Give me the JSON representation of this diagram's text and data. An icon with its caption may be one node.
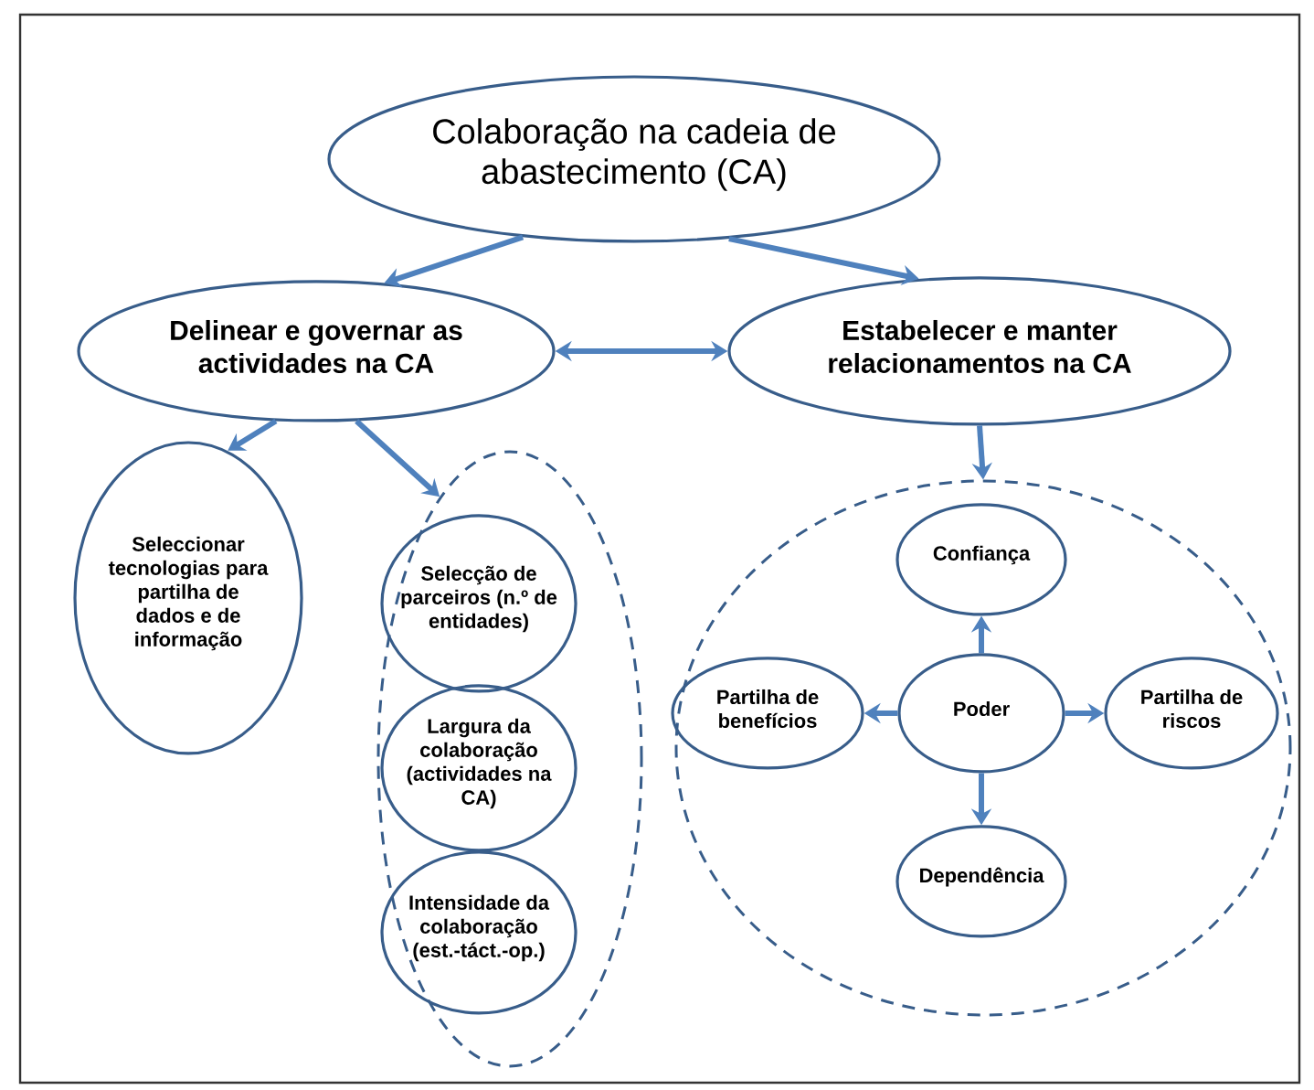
{
  "diagram": {
    "nodes": [
      {
        "text": [
          "Colaboração na cadeia de abastecimento (CA)"
        ]
      },
      {
        "text": [
          "Delinear e governar as actividades na CA"
        ]
      },
      {
        "text": [
          "Estabelecer e manter relacionamentos na CA"
        ]
      },
      {
        "text": [
          "Seleccionar tecnologias para partilha de dados e de informação"
        ]
      },
      {
        "text": [],
        "shape": "circle"
      },
      {
        "text": [
          "Selecção de parceiros (n.º de entidades)"
        ],
        "in": 4
      },
      {
        "text": [
          "Largura da colaboração (actividades na CA)"
        ],
        "in": 4
      },
      {
        "text": [
          "Intensidade da colaboração (est.-táct.-op.)"
        ],
        "in": 4
      },
      {
        "text": [],
        "shape": "circle"
      },
      {
        "text": [
          "Confiança"
        ],
        "in": 8
      },
      {
        "text": [
          "Partilha de benefícios"
        ],
        "in": 8
      },
      {
        "text": [
          "Poder"
        ],
        "in": 8
      },
      {
        "text": [
          "Partilha de riscos"
        ],
        "in": 8
      },
      {
        "text": [
          "Dependência"
        ],
        "in": 8
      }
    ],
    "edges": [
      {
        "from": 0,
        "to": 1,
        "arrow": "to"
      },
      {
        "from": 0,
        "to": 2,
        "arrow": "to"
      },
      {
        "from": 1,
        "to": 2,
        "arrow": "both"
      },
      {
        "from": 1,
        "to": 3,
        "arrow": "to"
      },
      {
        "from": 1,
        "to": 4,
        "arrow": "to"
      },
      {
        "from": 2,
        "to": 8,
        "arrow": "to"
      },
      {
        "from": 11,
        "to": 9,
        "arrow": "to"
      },
      {
        "from": 11,
        "to": 10,
        "arrow": "to"
      },
      {
        "from": 11,
        "to": 12,
        "arrow": "to"
      },
      {
        "from": 11,
        "to": 13,
        "arrow": "to"
      }
    ]
  }
}
